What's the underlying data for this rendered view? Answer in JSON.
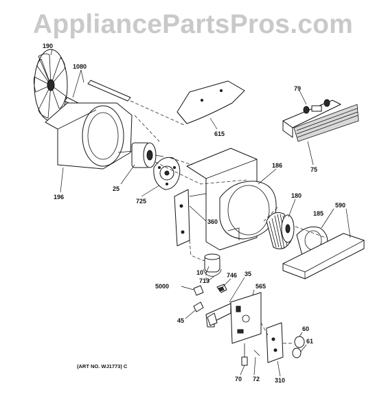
{
  "watermark": "AppliancePartsPros.com",
  "art_number": "(ART NO. WJ1773) C",
  "callouts": {
    "p190": "190",
    "p1080": "1080",
    "p196": "196",
    "p25": "25",
    "p725": "725",
    "p615": "615",
    "p79": "79",
    "p75": "75",
    "p186": "186",
    "p180": "180",
    "p590": "590",
    "p185": "185",
    "p360": "360",
    "p10": "10",
    "p713": "713",
    "p746": "746",
    "p35": "35",
    "p5000": "5000",
    "p565": "565",
    "p45": "45",
    "p60": "60",
    "p61": "61",
    "p70": "70",
    "p72": "72",
    "p310": "310"
  }
}
